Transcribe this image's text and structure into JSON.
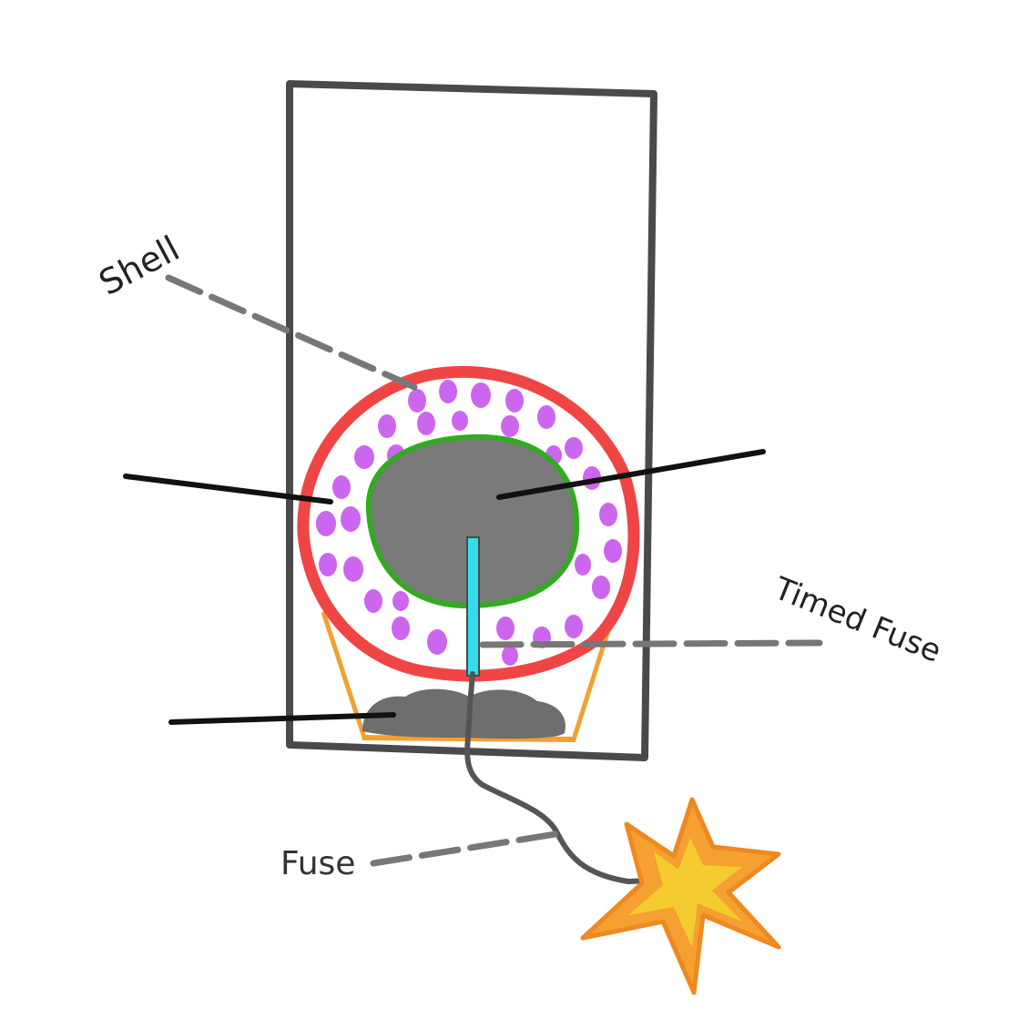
{
  "labels": {
    "shell": "Shell",
    "timed_fuse": "Timed Fuse",
    "fuse": "Fuse"
  },
  "colors": {
    "outline": "#4a4a4a",
    "shell": "#f04545",
    "stars": "#cc66ee",
    "burst_charge": "#7a7a7a",
    "burst_outline": "#33aa22",
    "timed_fuse": "#33ddee",
    "lift_cup": "#f2a030",
    "lift_charge": "#6e6e6e",
    "fuse_line": "#555555",
    "spark_outer": "#f5a030",
    "spark_inner": "#f5cc30",
    "leader_dashed": "#777777",
    "leader_solid": "#111111"
  }
}
